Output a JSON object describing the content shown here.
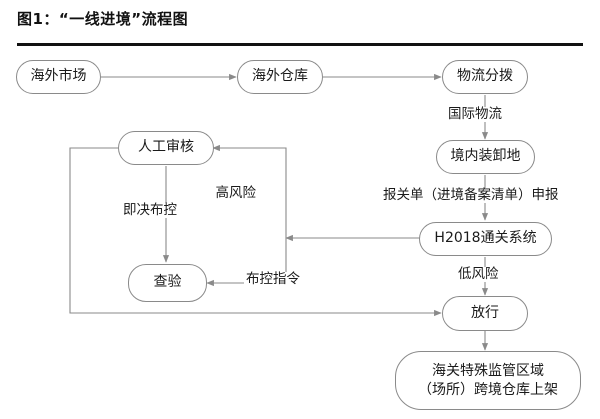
{
  "figure": {
    "title": "图1：“一线进境”流程图",
    "line_color": "#8a8a8a",
    "node_border_color": "#8a8a8a",
    "text_color": "#1a1a1a",
    "rule_color": "#111111"
  },
  "nodes": {
    "overseas_market": "海外市场",
    "overseas_warehouse": "海外仓库",
    "logistics_distribution": "物流分拨",
    "domestic_loading_site": "境内装卸地",
    "h2018_system": "H2018通关系统",
    "manual_review": "人工审核",
    "inspection": "查验",
    "release": "放行",
    "customs_special_zone_line1": "海关特殊监管区域",
    "customs_special_zone_line2": "（场所）跨境仓库上架"
  },
  "edge_labels": {
    "international_logistics": "国际物流",
    "declaration": "报关单（进境备案清单）申报",
    "high_risk": "高风险",
    "low_risk": "低风险",
    "immediate_control": "即决布控",
    "control_order": "布控指令"
  },
  "chart_data": {
    "type": "flowchart",
    "title": "图1：“一线进境”流程图",
    "nodes": [
      {
        "id": "overseas_market",
        "label": "海外市场",
        "shape": "rounded-rect"
      },
      {
        "id": "overseas_warehouse",
        "label": "海外仓库",
        "shape": "rounded-rect"
      },
      {
        "id": "logistics_distribution",
        "label": "物流分拨",
        "shape": "rounded-rect"
      },
      {
        "id": "domestic_loading_site",
        "label": "境内装卸地",
        "shape": "rounded-rect"
      },
      {
        "id": "h2018_system",
        "label": "H2018通关系统",
        "shape": "rounded-rect"
      },
      {
        "id": "manual_review",
        "label": "人工审核",
        "shape": "rounded-rect"
      },
      {
        "id": "inspection",
        "label": "查验",
        "shape": "rounded-rect"
      },
      {
        "id": "release",
        "label": "放行",
        "shape": "rounded-rect"
      },
      {
        "id": "customs_special_zone",
        "label": "海关特殊监管区域（场所）跨境仓库上架",
        "shape": "rounded-rect"
      }
    ],
    "edges": [
      {
        "from": "overseas_market",
        "to": "overseas_warehouse",
        "label": ""
      },
      {
        "from": "overseas_warehouse",
        "to": "logistics_distribution",
        "label": ""
      },
      {
        "from": "logistics_distribution",
        "to": "domestic_loading_site",
        "label": "国际物流"
      },
      {
        "from": "domestic_loading_site",
        "to": "h2018_system",
        "label": "报关单（进境备案清单）申报"
      },
      {
        "from": "h2018_system",
        "to": "manual_review",
        "label": "高风险"
      },
      {
        "from": "h2018_system",
        "to": "release",
        "label": "低风险"
      },
      {
        "from": "manual_review",
        "to": "inspection",
        "label": "即决布控"
      },
      {
        "from": "manual_review",
        "to": "inspection",
        "label": "布控指令"
      },
      {
        "from": "inspection",
        "to": "release",
        "label": ""
      },
      {
        "from": "release",
        "to": "customs_special_zone",
        "label": ""
      }
    ]
  }
}
